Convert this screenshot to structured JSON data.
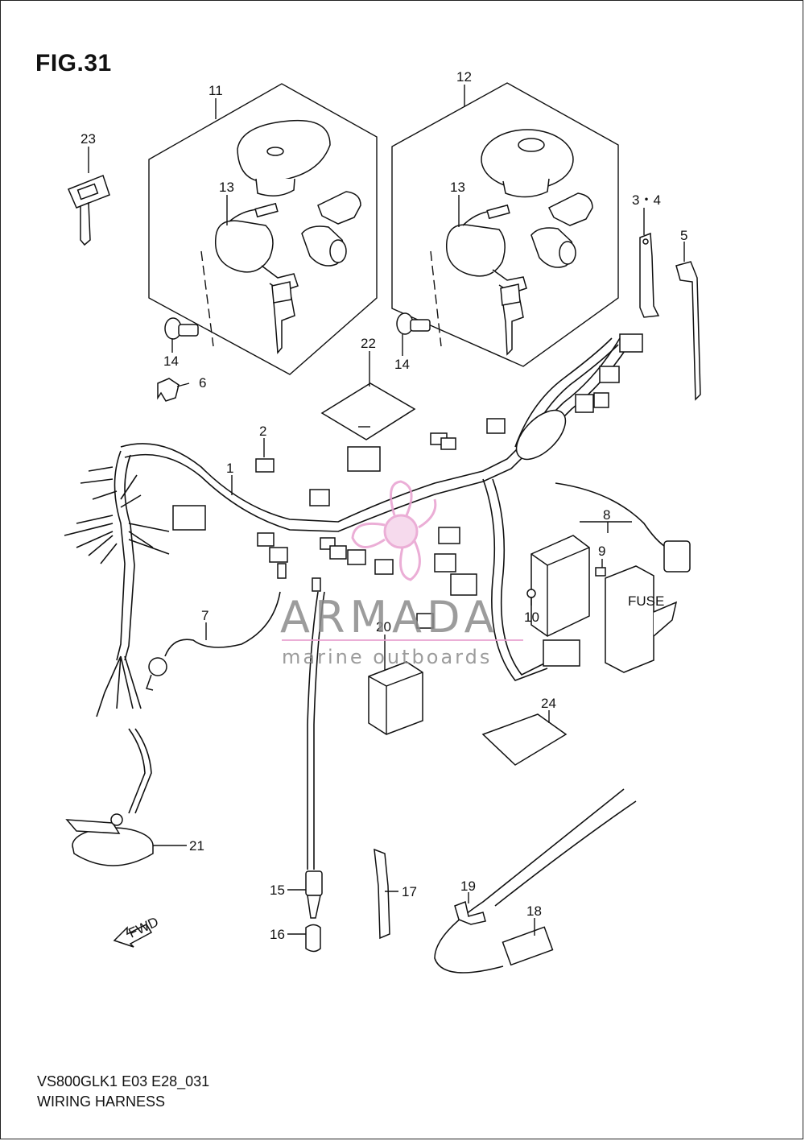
{
  "figure": {
    "title": "FIG.31",
    "model_code": "VS800GLK1 E03 E28_031",
    "section_name": "WIRING HARNESS"
  },
  "watermark": {
    "brand": "ARMADA",
    "tagline": "marine outboards",
    "logo_color": "#e8a0d0",
    "text_color": "#8b8b8b"
  },
  "direction_arrow": {
    "label": "FWD"
  },
  "fuse_box": {
    "cover_label": "FUSE"
  },
  "callouts": [
    {
      "id": "c1",
      "label": "1"
    },
    {
      "id": "c2",
      "label": "2"
    },
    {
      "id": "c34",
      "label": "3・4"
    },
    {
      "id": "c5",
      "label": "5"
    },
    {
      "id": "c6",
      "label": "6"
    },
    {
      "id": "c7",
      "label": "7"
    },
    {
      "id": "c8",
      "label": "8"
    },
    {
      "id": "c9",
      "label": "9"
    },
    {
      "id": "c10",
      "label": "10"
    },
    {
      "id": "c11",
      "label": "11"
    },
    {
      "id": "c12",
      "label": "12"
    },
    {
      "id": "c13a",
      "label": "13"
    },
    {
      "id": "c13b",
      "label": "13"
    },
    {
      "id": "c14a",
      "label": "14"
    },
    {
      "id": "c14b",
      "label": "14"
    },
    {
      "id": "c15",
      "label": "15"
    },
    {
      "id": "c16",
      "label": "16"
    },
    {
      "id": "c17",
      "label": "17"
    },
    {
      "id": "c18",
      "label": "18"
    },
    {
      "id": "c19",
      "label": "19"
    },
    {
      "id": "c20",
      "label": "20"
    },
    {
      "id": "c21",
      "label": "21"
    },
    {
      "id": "c22",
      "label": "22"
    },
    {
      "id": "c23",
      "label": "23"
    },
    {
      "id": "c24",
      "label": "24"
    }
  ]
}
